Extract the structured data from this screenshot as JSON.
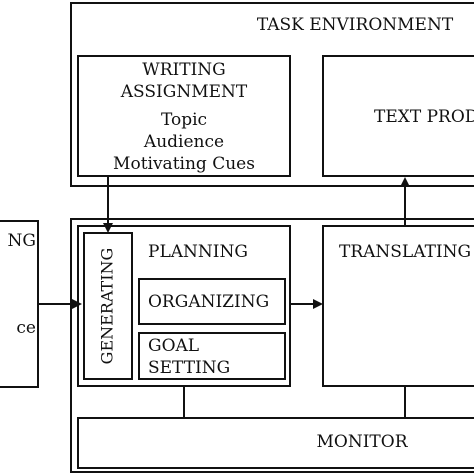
{
  "task_environment": {
    "title": "TASK ENVIRONMENT",
    "writing_assignment": {
      "title_line1": "WRITING",
      "title_line2": "ASSIGNMENT",
      "items": [
        "Topic",
        "Audience",
        "Motivating Cues"
      ]
    },
    "text_produced": {
      "label": "TEXT PROD"
    }
  },
  "left_box": {
    "label_top": "NG",
    "label_bottom": "ce"
  },
  "writing_process": {
    "generating": "GENERATING",
    "planning": "PLANNING",
    "organizing": "ORGANIZING",
    "goal_setting_line1": "GOAL",
    "goal_setting_line2": "SETTING",
    "translating": "TRANSLATING",
    "monitor": "MONITOR"
  },
  "colors": {
    "stroke": "#111111",
    "background": "#ffffff"
  }
}
